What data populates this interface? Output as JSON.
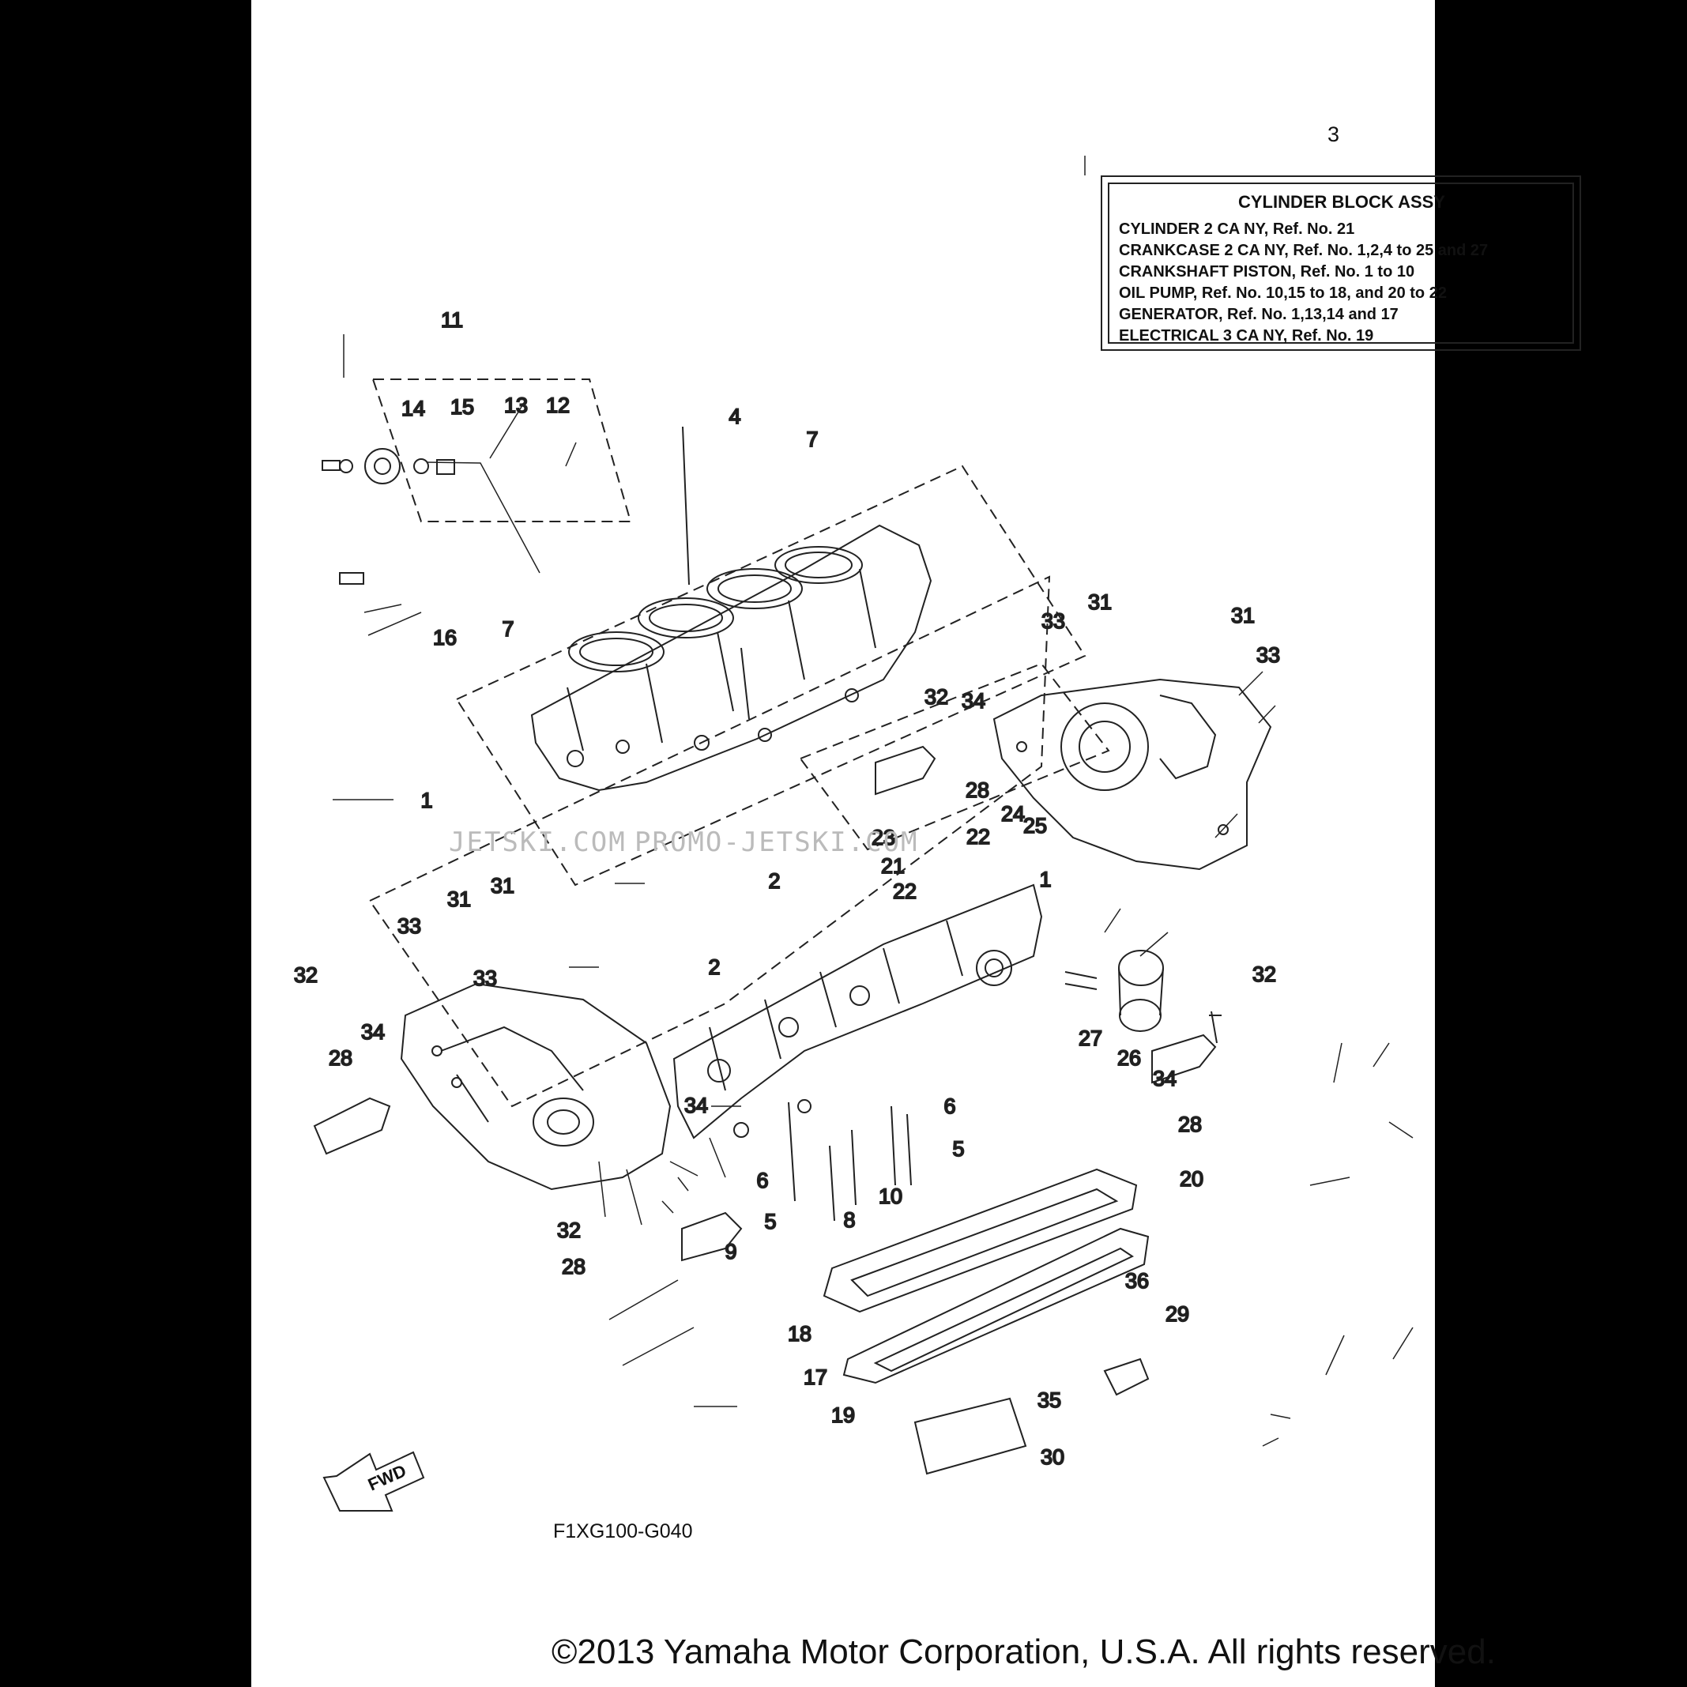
{
  "legend_box": {
    "ref_number": "3",
    "title": "CYLINDER BLOCK ASSY",
    "lines": [
      "CYLINDER 2 CA NY,  Ref. No. 21",
      "CRANKCASE 2 CA NY,  Ref. No. 1,2,4 to 25 and 27",
      "CRANKSHAFT PISTON, Ref. No. 1 to 10",
      "OIL PUMP,  Ref. No. 10,15 to 18, and 20 to 22",
      "GENERATOR, Ref. No. 1,13,14 and 17",
      "ELECTRICAL 3 CA NY, Ref. No. 19"
    ]
  },
  "callouts": {
    "c1": "1",
    "c1b": "1",
    "c2a": "2",
    "c2b": "2",
    "c4": "4",
    "c5a": "5",
    "c5b": "5",
    "c6a": "6",
    "c6b": "6",
    "c7a": "7",
    "c7b": "7",
    "c8": "8",
    "c9": "9",
    "c10": "10",
    "c11": "11",
    "c12": "12",
    "c13": "13",
    "c14": "14",
    "c15": "15",
    "c16": "16",
    "c17": "17",
    "c18": "18",
    "c19": "19",
    "c20": "20",
    "c21": "21",
    "c22a": "22",
    "c22b": "22",
    "c23": "23",
    "c24": "24",
    "c25": "25",
    "c26": "26",
    "c27": "27",
    "c28a": "28",
    "c28b": "28",
    "c28c": "28",
    "c28d": "28",
    "c29": "29",
    "c30": "30",
    "c31a": "31",
    "c31b": "31",
    "c31c": "31",
    "c31d": "31",
    "c32a": "32",
    "c32b": "32",
    "c32c": "32",
    "c32d": "32",
    "c33a": "33",
    "c33b": "33",
    "c33c": "33",
    "c33d": "33",
    "c34a": "34",
    "c34b": "34",
    "c34c": "34",
    "c34d": "34",
    "c35": "35",
    "c36": "36"
  },
  "fwd_label": "FWD",
  "diagram_code": "F1XG100-G040",
  "watermark_left": "JETSKI.COM",
  "watermark_right": "PROMO-JETSKI.COM",
  "copyright": "©2013 Yamaha Motor Corporation, U.S.A. All rights reserved."
}
